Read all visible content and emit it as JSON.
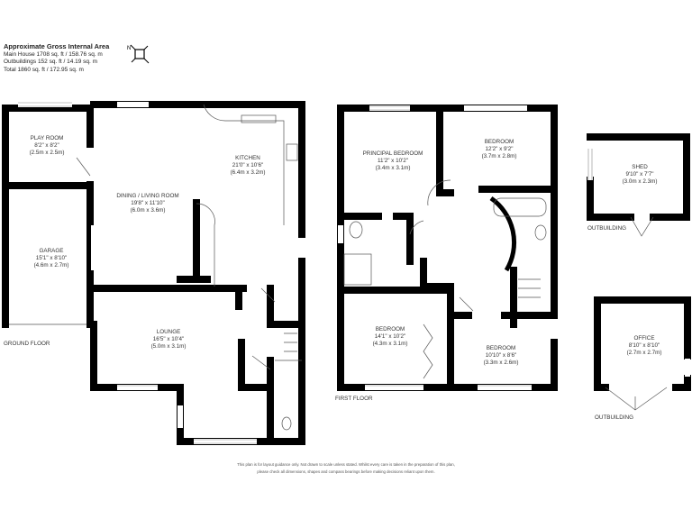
{
  "header": {
    "title": "Approximate Gross Internal Area",
    "lines": [
      "Main House 1708 sq. ft / 158.76 sq. m",
      "Outbuildings 152 sq. ft / 14.19 sq. m",
      "Total 1860 sq. ft / 172.95 sq. m"
    ]
  },
  "compass": {
    "icon": "compass-icon",
    "label": "N"
  },
  "floors": {
    "ground": "GROUND FLOOR",
    "first": "FIRST FLOOR",
    "outbuilding_1": "OUTBUILDING",
    "outbuilding_2": "OUTBUILDING"
  },
  "rooms": {
    "play_room": {
      "name": "PLAY ROOM",
      "imperial": "8'2\" x 8'2\"",
      "metric": "(2.5m x 2.5m)"
    },
    "kitchen": {
      "name": "KITCHEN",
      "imperial": "21'0\" x 10'6\"",
      "metric": "(6.4m x 3.2m)"
    },
    "dining": {
      "name": "DINING / LIVING ROOM",
      "imperial": "19'8\" x 11'10\"",
      "metric": "(6.0m x 3.6m)"
    },
    "garage": {
      "name": "GARAGE",
      "imperial": "15'1\" x 8'10\"",
      "metric": "(4.6m x 2.7m)"
    },
    "lounge": {
      "name": "LOUNGE",
      "imperial": "16'5\" x 10'4\"",
      "metric": "(5.0m x 3.1m)"
    },
    "principal_bedroom": {
      "name": "PRINCIPAL BEDROOM",
      "imperial": "11'2\" x 10'2\"",
      "metric": "(3.4m x 3.1m)"
    },
    "bedroom_2": {
      "name": "BEDROOM",
      "imperial": "12'2\" x 9'2\"",
      "metric": "(3.7m x 2.8m)"
    },
    "bedroom_3": {
      "name": "BEDROOM",
      "imperial": "14'1\" x 10'2\"",
      "metric": "(4.3m x 3.1m)"
    },
    "bedroom_4": {
      "name": "BEDROOM",
      "imperial": "10'10\" x 8'6\"",
      "metric": "(3.3m x 2.6m)"
    },
    "shed": {
      "name": "SHED",
      "imperial": "9'10\" x 7'7\"",
      "metric": "(3.0m x 2.3m)"
    },
    "office": {
      "name": "OFFICE",
      "imperial": "8'10\" x 8'10\"",
      "metric": "(2.7m x 2.7m)"
    }
  },
  "disclaimer": [
    "This plan is for layout guidance only.  Not drawn to scale unless stated. Whilst every care is taken in the preparation of this plan,",
    "please check all dimensions, shapes and compass bearings before making decisions reliant upon them."
  ]
}
